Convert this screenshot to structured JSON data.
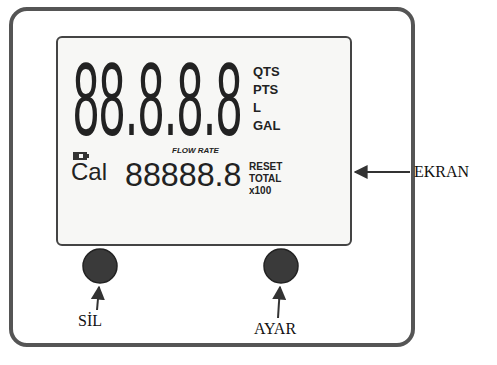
{
  "diagram": {
    "nodes": [
      {
        "text": [
          "88.8.8.8",
          "QTS",
          "PTS",
          "L",
          "GAL",
          "FLOW RATE",
          "Cal",
          "88888.8",
          "RESET",
          "TOTAL",
          "x100"
        ]
      }
    ],
    "labels": [
      "EKRAN",
      "SİL",
      "AYAR"
    ]
  }
}
